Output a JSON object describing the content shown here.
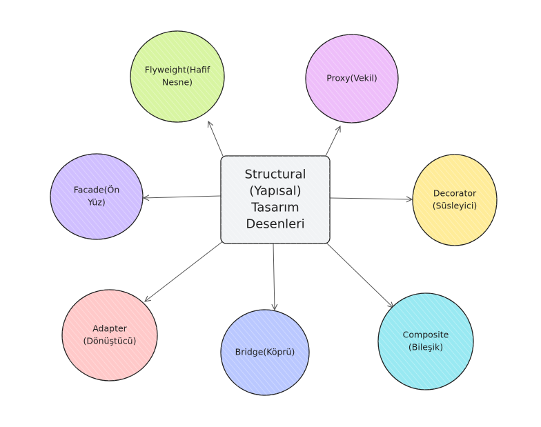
{
  "diagram": {
    "center": {
      "lines": [
        "Structural",
        "(Yapısal)",
        "Tasarım",
        "Desenleri"
      ],
      "fill": "#f1f3f5"
    },
    "nodes": [
      {
        "id": "flyweight",
        "lines": [
          "Flyweight(Hafif",
          "Nesne)"
        ],
        "fill": "#d8f5a2"
      },
      {
        "id": "proxy",
        "lines": [
          "Proxy(Vekil)"
        ],
        "fill": "#eebefa"
      },
      {
        "id": "facade",
        "lines": [
          "Facade(Ön",
          "Yüz)"
        ],
        "fill": "#d0bfff"
      },
      {
        "id": "decorator",
        "lines": [
          "Decorator",
          "(Süsleyici)"
        ],
        "fill": "#ffec99"
      },
      {
        "id": "adapter",
        "lines": [
          "Adapter",
          "(Dönüştücü)"
        ],
        "fill": "#ffc9c9"
      },
      {
        "id": "bridge",
        "lines": [
          "Bridge(Köprü)"
        ],
        "fill": "#bac8ff"
      },
      {
        "id": "composite",
        "lines": [
          "Composite",
          "(Bileşik)"
        ],
        "fill": "#99e9f2"
      }
    ],
    "stroke_color": "#1e1e1e",
    "edge_color": "#555555"
  }
}
